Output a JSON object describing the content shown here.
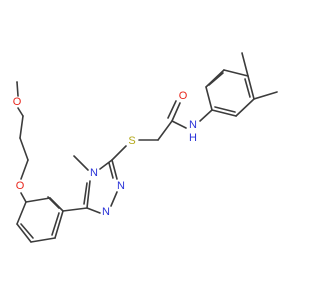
{
  "labels": {
    "S": "S",
    "O": "O",
    "N": "N",
    "NH": "N",
    "H": "H"
  },
  "colors": {
    "bond": "#3c3c3c",
    "oxygen": "#e8271d",
    "nitrogen": "#2a33d8",
    "sulfur": "#b3a81a"
  }
}
